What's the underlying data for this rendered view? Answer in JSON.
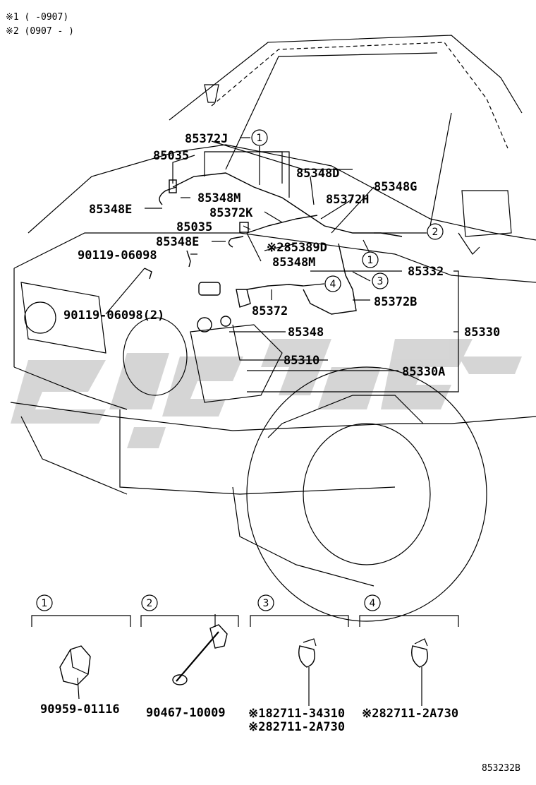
{
  "legend": {
    "note1": "※1 (     -0907)",
    "note2": "※2 (0907 -     )"
  },
  "labels": {
    "p85372J": "85372J",
    "p85035a": "85035",
    "p85348D": "85348D",
    "p85348G": "85348G",
    "p85348M": "85348M",
    "p85372H": "85372H",
    "p85348E": "85348E",
    "p85372K": "85372K",
    "p85035b": "85035",
    "p85348E2": "85348E",
    "p85389D": "※285389D",
    "p90119a": "90119-06098",
    "p85348M2": "85348M",
    "p85332": "85332",
    "p90119b": "90119-06098(2)",
    "p85372": "85372",
    "p85372B": "85372B",
    "p85330": "85330",
    "p85348": "85348",
    "p85310": "85310",
    "p85330A": "85330A"
  },
  "callouts": {
    "c1": "1",
    "c2": "2",
    "c3": "3",
    "c4": "4"
  },
  "details": [
    {
      "num": "1",
      "part": "90959-01116"
    },
    {
      "num": "2",
      "part": "90467-10009"
    },
    {
      "num": "3",
      "part1": "※182711-34310",
      "part2": "※282711-2A730"
    },
    {
      "num": "4",
      "part": "※282711-2A730"
    }
  ],
  "footer": {
    "code": "853232B"
  }
}
